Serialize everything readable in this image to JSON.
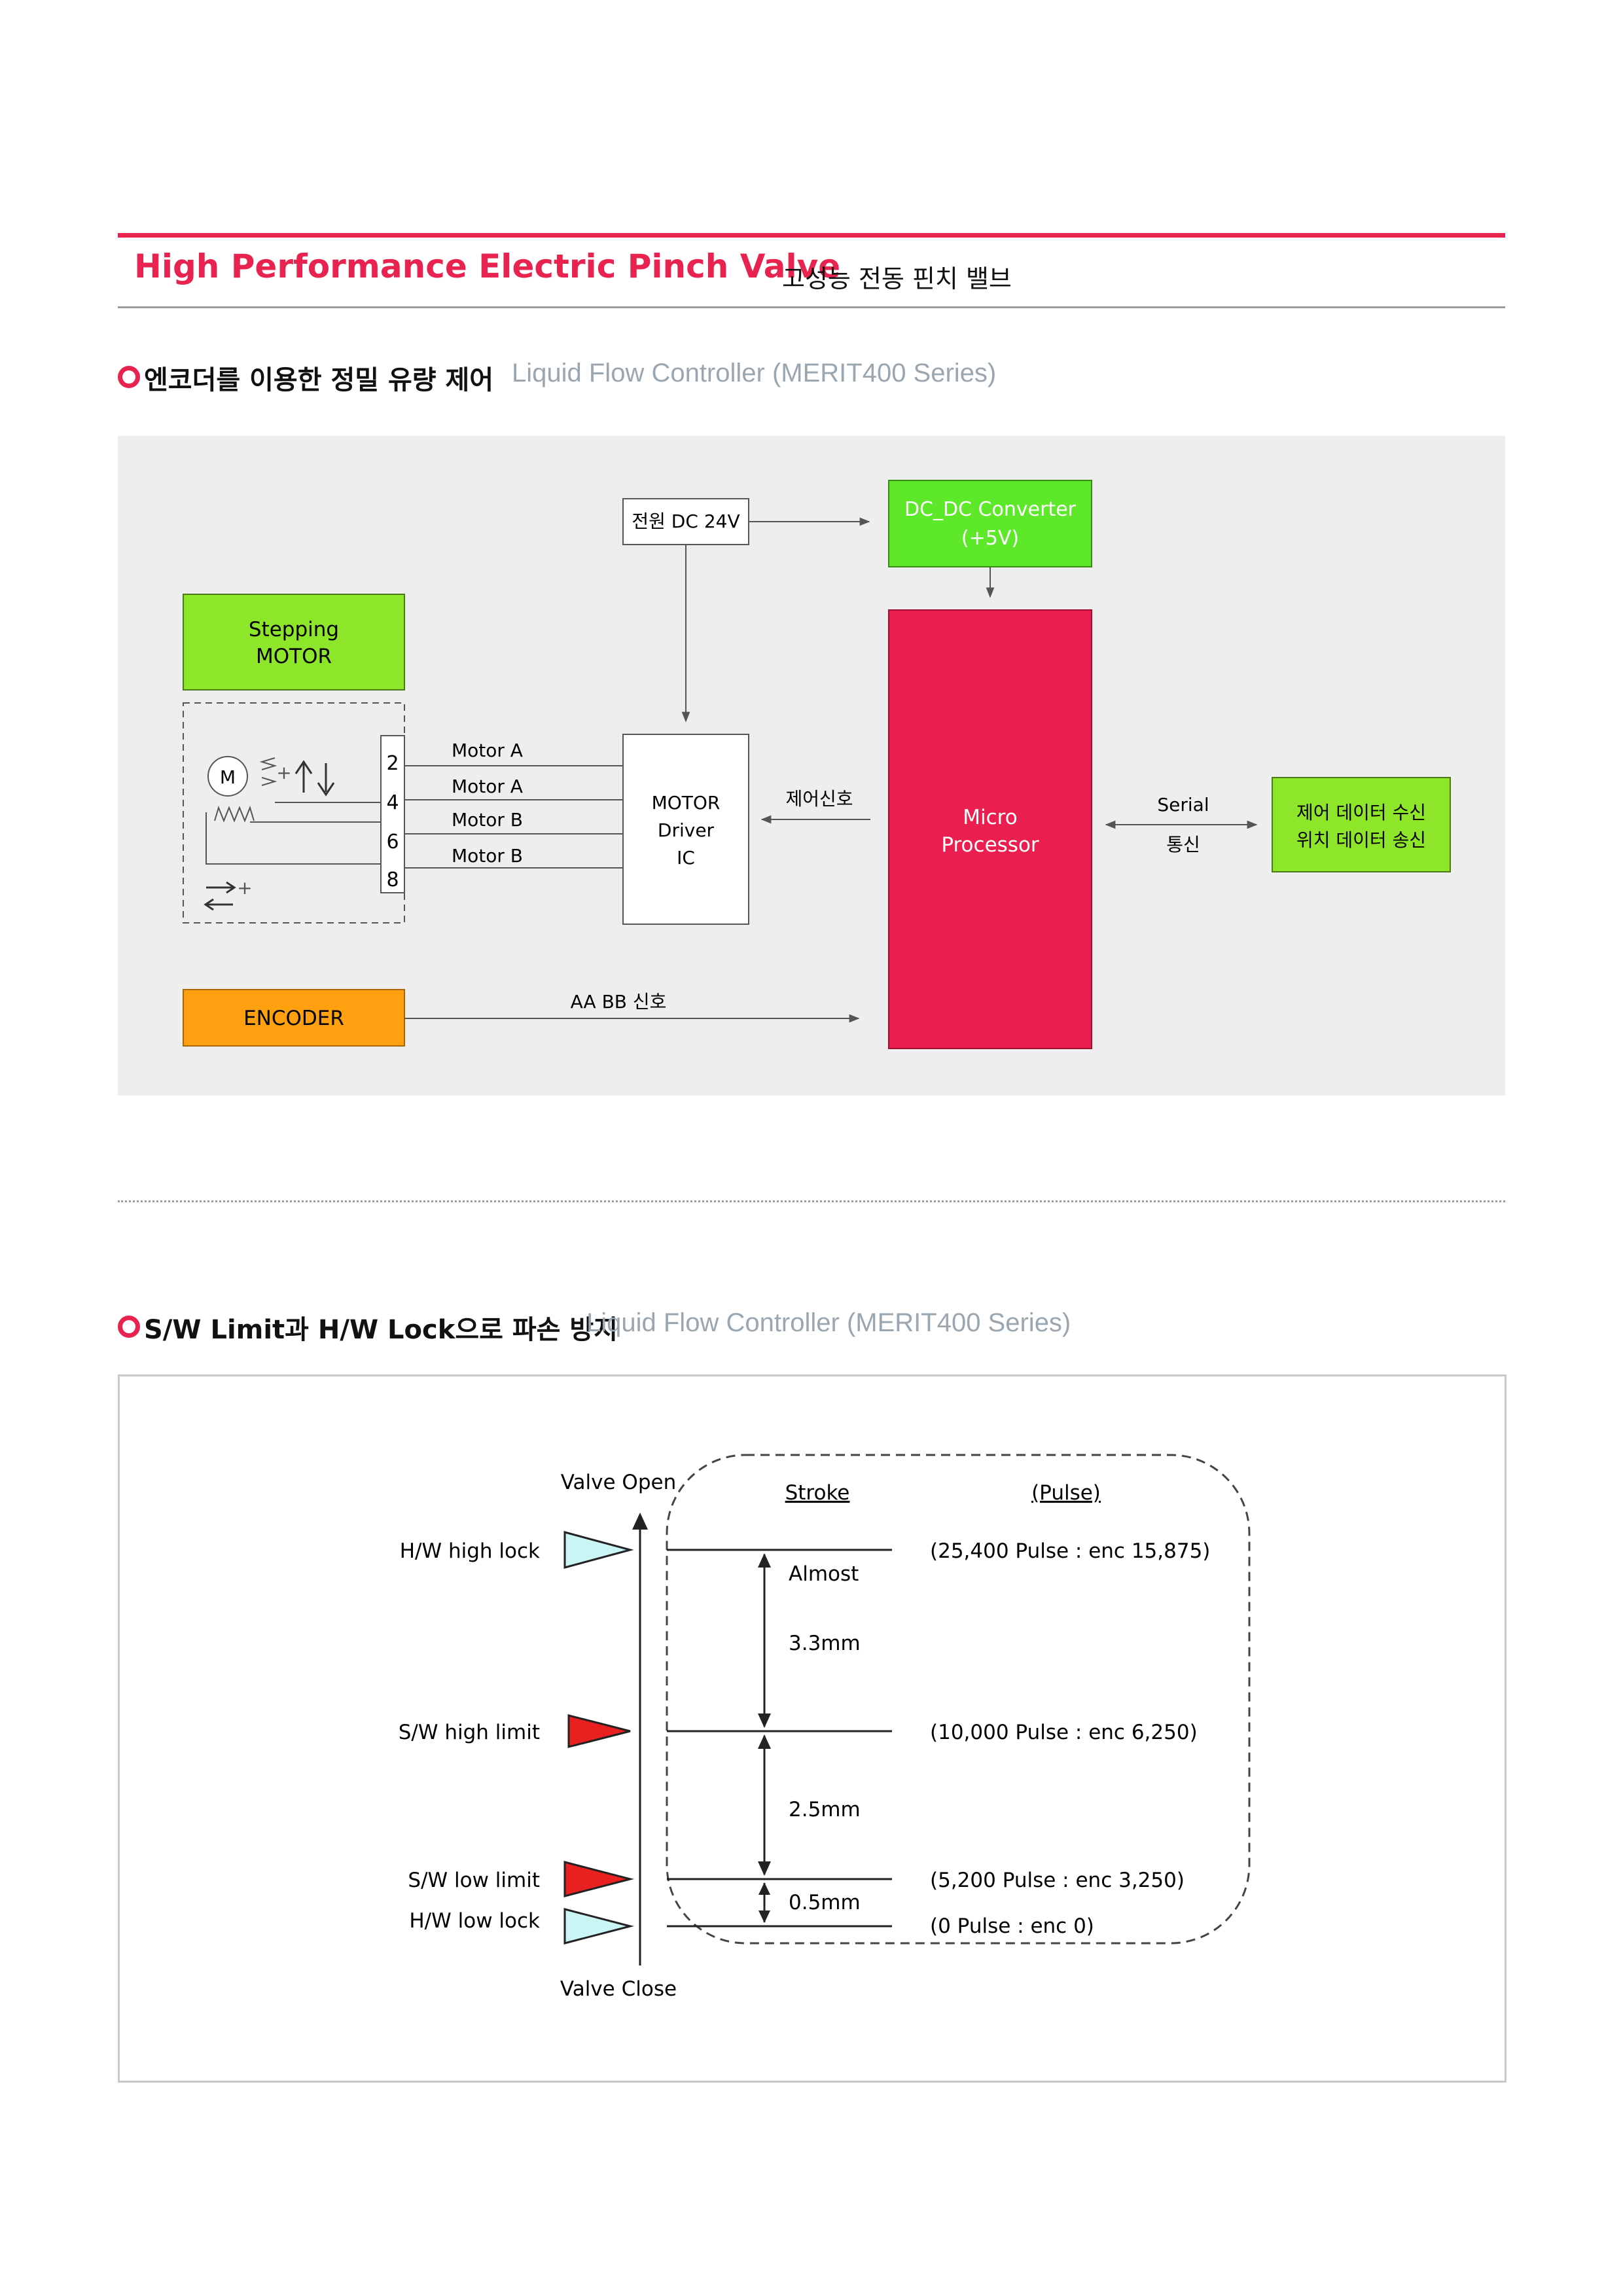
{
  "header": {
    "title": "High Performance Electric Pinch Valve",
    "title_ko": "고성능 전동 핀치 밸브"
  },
  "section1": {
    "title_ko": "엔코더를 이용한 정밀 유량 제어",
    "title_en": "Liquid Flow Controller (MERIT400 Series)"
  },
  "section2": {
    "title_ko": "S/W Limit과 H/W Lock으로 파손 방지",
    "title_en": "Liquid Flow Controller (MERIT400 Series)"
  },
  "block_diagram": {
    "power": "전원 DC 24V",
    "dcdc_line1": "DC_DC Converter",
    "dcdc_line2": "(+5V)",
    "stepping_line1": "Stepping",
    "stepping_line2": "MOTOR",
    "motor_symbol": "M",
    "pins": [
      "2",
      "4",
      "6",
      "8"
    ],
    "wires": [
      "Motor A",
      "Motor A",
      "Motor B",
      "Motor B"
    ],
    "driver_line1": "MOTOR",
    "driver_line2": "Driver",
    "driver_line3": "IC",
    "control_signal": "제어신호",
    "micro_line1": "Micro",
    "micro_line2": "Processor",
    "serial_line1": "Serial",
    "serial_line2": "통신",
    "data_line1": "제어 데이터 수신",
    "data_line2": "위치 데이터 송신",
    "encoder": "ENCODER",
    "ab_signal": "AA BB 신호",
    "colors": {
      "green": "#8ee62a",
      "bright_green": "#5de82a",
      "red": "#ea1f4f",
      "orange": "#ffa010"
    }
  },
  "limit_diagram": {
    "valve_open": "Valve Open",
    "valve_close": "Valve Close",
    "stroke_header": "Stroke",
    "pulse_header": "(Pulse)",
    "levels": [
      {
        "label": "H/W high lock",
        "pulse": "(25,400 Pulse : enc 15,875)",
        "color": "#c9f5f5"
      },
      {
        "label": "S/W high limit",
        "pulse": "(10,000 Pulse : enc 6,250)",
        "color": "#e8201f"
      },
      {
        "label": "S/W low limit",
        "pulse": "(5,200 Pulse : enc 3,250)",
        "color": "#e8201f"
      },
      {
        "label": "H/W low lock",
        "pulse": "(0 Pulse : enc 0)",
        "color": "#c9f5f5"
      }
    ],
    "almost": "Almost",
    "stroke_1": "3.3mm",
    "stroke_2": "2.5mm",
    "stroke_3": "0.5mm"
  }
}
